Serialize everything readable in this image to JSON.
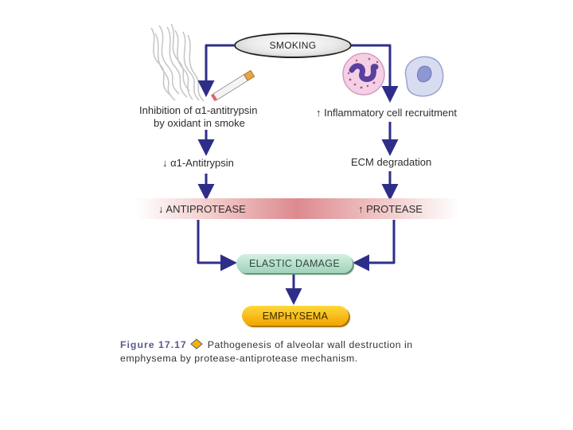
{
  "figure": {
    "label": "Figure 17.17",
    "caption": "Pathogenesis of alveolar wall destruction in emphysema by protease-antiprotease mechanism."
  },
  "nodes": {
    "smoking": "SMOKING",
    "inhibition_line1": "Inhibition of α1-antitrypsin",
    "inhibition_line2": "by oxidant in smoke",
    "inflammatory": "↑ Inflammatory cell recruitment",
    "alpha1": "↓ α1-Antitrypsin",
    "ecm": "ECM degradation",
    "antiprotease": "↓ ANTIPROTEASE",
    "protease": "↑ PROTEASE",
    "elastic": "ELASTIC DAMAGE",
    "emphysema": "EMPHYSEMA"
  },
  "colors": {
    "arrow": "#2e2e88",
    "band_center": "#dc8a8f",
    "elastic_pill": "#9fd3b8",
    "emphysema_pill": "#f0a500",
    "figure_label": "#5a5a8a",
    "figure_icon": "#f2b400"
  },
  "icons": {
    "smoke": "smoke-icon",
    "cigarette": "cigarette-icon",
    "neutrophil": "neutrophil-cell-icon",
    "macrophage": "macrophage-cell-icon",
    "figure_marker": "diamond-icon"
  }
}
